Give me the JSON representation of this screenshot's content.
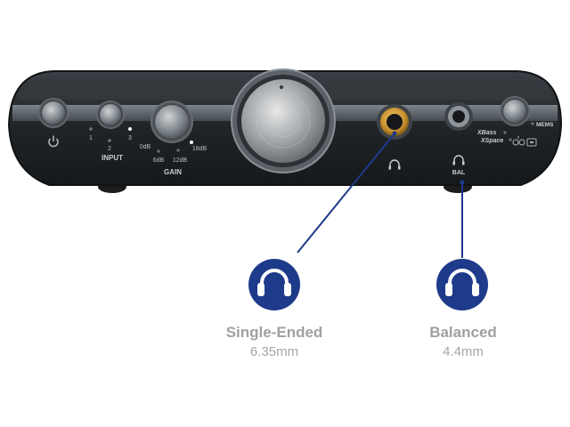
{
  "device": {
    "labels": {
      "input_1": "1",
      "input_2": "2",
      "input_3": "3",
      "input_title": "INPUT",
      "gain_0db": "0dB",
      "gain_6db": "6dB",
      "gain_12db": "12dB",
      "gain_18db": "18dB",
      "gain_title": "GAIN",
      "bal_jack_label": "BAL",
      "xbass": "XBass",
      "xspace": "XSpace",
      "mems": "MEMS"
    },
    "icons": [
      "power-icon",
      "headphone-icon",
      "headphone-icon",
      "bluetooth-icon",
      "usb-icon"
    ]
  },
  "outputs": [
    {
      "title": "Single-Ended",
      "size": "6.35mm",
      "icon": "headphone-icon",
      "accent": "#1e3a8a"
    },
    {
      "title": "Balanced",
      "size": "4.4mm",
      "icon": "headphone-icon",
      "accent": "#1e3a8a"
    }
  ],
  "colors": {
    "body": "#202427",
    "accent_line": "#1e3a8a",
    "label_text": "#a0a0a0",
    "jack_gold": "#c8902e"
  }
}
